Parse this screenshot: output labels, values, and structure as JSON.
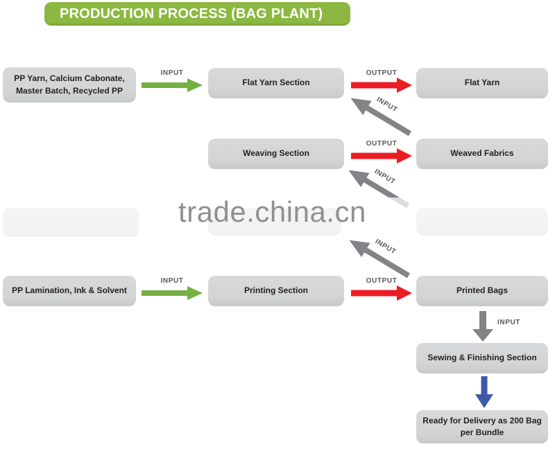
{
  "header": {
    "title": "PRODUCTION PROCESS (BAG PLANT)"
  },
  "watermark": {
    "text": "trade.china.cn"
  },
  "labels": {
    "input": "INPUT",
    "output": "OUTPUT"
  },
  "colors": {
    "header_green": "#8cb842",
    "arrow_green": "#75b043",
    "arrow_red": "#ec1c24",
    "arrow_gray": "#828487",
    "arrow_blue": "#3d59a9",
    "box_gray": "#d2d4d5",
    "label_gray": "#55575a",
    "watermark_gray": "#8e9091"
  },
  "nodes": {
    "pp_yarn": "PP Yarn, Calcium Cabonate, Master Batch, Recycled PP",
    "flat_yarn_section": "Flat Yarn Section",
    "flat_yarn": "Flat Yarn",
    "weaving_section": "Weaving Section",
    "weaved_fabrics": "Weaved Fabrics",
    "obscured_left": "",
    "obscured_center": "",
    "obscured_right": "",
    "pp_lamination": "PP Lamination, Ink & Solvent",
    "printing_section": "Printing Section",
    "printed_bags": "Printed Bags",
    "sewing_finishing": "Sewing & Finishing Section",
    "ready_delivery": "Ready for Delivery as 200 Bag per Bundle"
  },
  "flows": [
    {
      "from": "pp_yarn",
      "to": "flat_yarn_section",
      "label": "INPUT",
      "color": "green"
    },
    {
      "from": "flat_yarn_section",
      "to": "flat_yarn",
      "label": "OUTPUT",
      "color": "red"
    },
    {
      "from": "flat_yarn",
      "to": "weaving_section",
      "label": "INPUT",
      "color": "gray"
    },
    {
      "from": "weaving_section",
      "to": "weaved_fabrics",
      "label": "OUTPUT",
      "color": "red"
    },
    {
      "from": "weaved_fabrics",
      "to": "obscured_center",
      "label": "INPUT",
      "color": "gray"
    },
    {
      "from": "obscured_right",
      "to": "printing_section",
      "label": "INPUT",
      "color": "gray"
    },
    {
      "from": "pp_lamination",
      "to": "printing_section",
      "label": "INPUT",
      "color": "green"
    },
    {
      "from": "printing_section",
      "to": "printed_bags",
      "label": "OUTPUT",
      "color": "red"
    },
    {
      "from": "printed_bags",
      "to": "sewing_finishing",
      "label": "INPUT",
      "color": "gray"
    },
    {
      "from": "sewing_finishing",
      "to": "ready_delivery",
      "label": "",
      "color": "blue"
    }
  ]
}
